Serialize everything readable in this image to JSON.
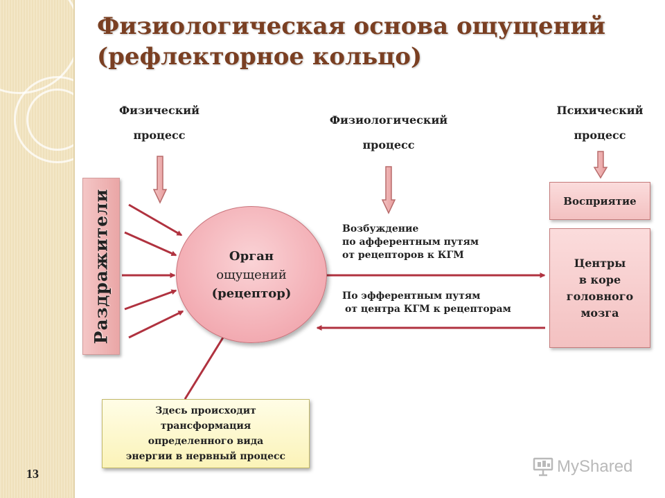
{
  "title": {
    "line1": "Физиологическая основа ощущений",
    "line2": "(рефлекторное кольцо)"
  },
  "labels": {
    "physical": {
      "line1": "Физический",
      "line2": "процесс"
    },
    "physiological": {
      "line1": "Физиологический",
      "line2": "процесс"
    },
    "psychic": {
      "line1": "Психический",
      "line2": "процесс"
    }
  },
  "irritants": "Раздражители",
  "organ": {
    "line1": "Орган",
    "line2": "ощущений",
    "line3": "(рецептор)"
  },
  "perception": "Восприятие",
  "centers": {
    "line1": "Центры",
    "line2": "в коре",
    "line3": "головного",
    "line4": "мозга"
  },
  "afferent": {
    "line1": "Возбуждение",
    "line2": "по афферентным путям",
    "line3": "от рецепторов к КГМ"
  },
  "efferent": {
    "line1": "По эфферентным путям",
    "line2": "от центра КГМ к рецепторам"
  },
  "note": {
    "line1": "Здесь происходит",
    "line2": "трансформация",
    "line3": "определенного вида",
    "line4": "энергии в нервный процесс"
  },
  "page_number": "13",
  "watermark": "MyShared",
  "colors": {
    "title": "#7a3f22",
    "arrow": "#b0323f",
    "organ_fill": "#f2a9b0",
    "box_fill": "#f3c1c1",
    "note_fill": "#fbf3b8"
  }
}
